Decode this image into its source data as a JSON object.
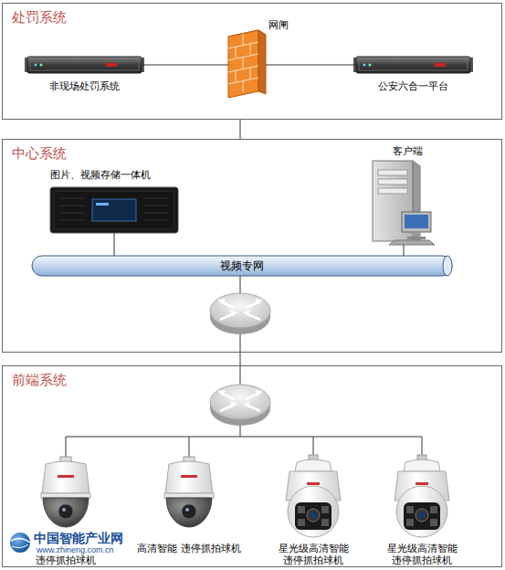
{
  "diagram": {
    "nodes": [
      {
        "text": [
          "处罚系统"
        ]
      },
      {
        "text": [
          "非现场处罚系统"
        ],
        "in": 0
      },
      {
        "text": [
          "网闸"
        ],
        "in": 0
      },
      {
        "text": [
          "公安六合一平台"
        ],
        "in": 0
      },
      {
        "text": [
          "中心系统"
        ]
      },
      {
        "text": [
          "图片、视频存储一体机"
        ],
        "in": 4
      },
      {
        "text": [
          "客户端"
        ],
        "in": 4
      },
      {
        "text": [
          "视频专网"
        ],
        "in": 4
      },
      {
        "text": [
          "前端系统"
        ]
      },
      {
        "text": [
          "违停抓拍球机"
        ],
        "in": 8
      },
      {
        "text": [
          "高清智能 违停抓拍球机"
        ],
        "in": 8
      },
      {
        "text": [
          "星光级高清智能 违停抓拍球机"
        ],
        "in": 8
      },
      {
        "text": [
          "星光级高清智能 违停抓拍球机"
        ],
        "in": 8
      }
    ],
    "edges": [
      {
        "from": 1,
        "to": 2,
        "arrow": "none"
      },
      {
        "from": 2,
        "to": 3,
        "arrow": "none"
      },
      {
        "from": 0,
        "to": 4,
        "arrow": "none"
      },
      {
        "from": 4,
        "to": 8,
        "arrow": "none"
      },
      {
        "from": 5,
        "to": 7,
        "arrow": "none"
      },
      {
        "from": 6,
        "to": 7,
        "arrow": "none"
      }
    ],
    "labels": [
      "中国智能产业网",
      "www.zhineng.com.cn"
    ]
  }
}
